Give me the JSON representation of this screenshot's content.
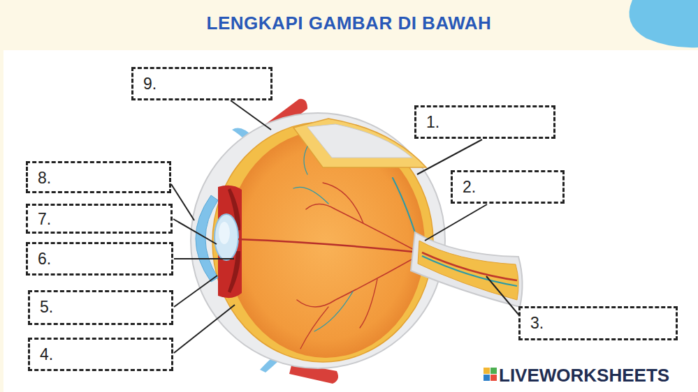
{
  "diagram": {
    "title": "LENGKAPI GAMBAR DI BAWAH",
    "nodes": [
      {
        "text": [
          "9."
        ]
      },
      {
        "text": [
          "1."
        ]
      },
      {
        "text": [
          "8."
        ]
      },
      {
        "text": [
          "2."
        ]
      },
      {
        "text": [
          "7."
        ]
      },
      {
        "text": [
          "6."
        ]
      },
      {
        "text": [
          "5."
        ]
      },
      {
        "text": [
          "3."
        ]
      },
      {
        "text": [
          "4."
        ]
      }
    ],
    "labels": [
      "LIVEWORKSHEETS"
    ]
  }
}
